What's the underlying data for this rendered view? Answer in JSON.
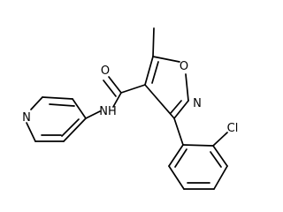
{
  "molecule": {
    "atoms": {
      "ring_oxygen": "O",
      "ring_nitrogen": "N",
      "carbonyl_oxygen": "O",
      "amide_nh": "NH",
      "pyridine_nitrogen": "N",
      "chlorine": "Cl"
    },
    "colors": {
      "bond": "#000000",
      "label": "#000000",
      "background": "#ffffff"
    }
  }
}
